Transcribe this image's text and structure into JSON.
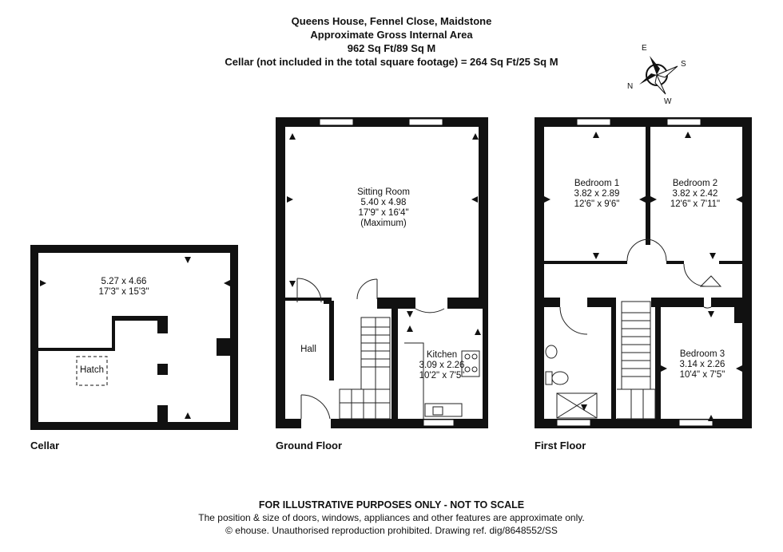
{
  "header": {
    "title": "Queens House, Fennel Close, Maidstone",
    "subtitle": "Approximate Gross Internal Area",
    "area": "962 Sq Ft/89 Sq M",
    "cellar_note": "Cellar (not included in the total square footage) = 264 Sq Ft/25 Sq M"
  },
  "compass": {
    "e": "E",
    "s": "S",
    "n": "N",
    "w": "W"
  },
  "floors": {
    "cellar": {
      "label": "Cellar",
      "room_dims_metric": "5.27 x 4.66",
      "room_dims_imperial": "17'3\" x 15'3\"",
      "hatch": "Hatch"
    },
    "ground": {
      "label": "Ground Floor",
      "sitting_room": {
        "name": "Sitting Room",
        "metric": "5.40 x 4.98",
        "imperial": "17'9\" x 16'4\"",
        "note": "(Maximum)"
      },
      "hall": {
        "name": "Hall"
      },
      "kitchen": {
        "name": "Kitchen",
        "metric": "3.09 x 2.26",
        "imperial": "10'2\" x 7'5\""
      }
    },
    "first": {
      "label": "First Floor",
      "bedroom1": {
        "name": "Bedroom 1",
        "metric": "3.82 x 2.89",
        "imperial": "12'6\" x 9'6\""
      },
      "bedroom2": {
        "name": "Bedroom 2",
        "metric": "3.82 x 2.42",
        "imperial": "12'6\" x 7'11\""
      },
      "bedroom3": {
        "name": "Bedroom 3",
        "metric": "3.14 x 2.26",
        "imperial": "10'4\" x 7'5\""
      }
    }
  },
  "footer": {
    "line1": "FOR ILLUSTRATIVE PURPOSES ONLY - NOT TO SCALE",
    "line2": "The position & size of doors, windows, appliances and other features are approximate only.",
    "line3": "© ehouse. Unauthorised reproduction prohibited. Drawing ref. dig/8648552/SS"
  },
  "colors": {
    "wall": "#111111",
    "line": "#222222",
    "window": "#ffffff"
  }
}
